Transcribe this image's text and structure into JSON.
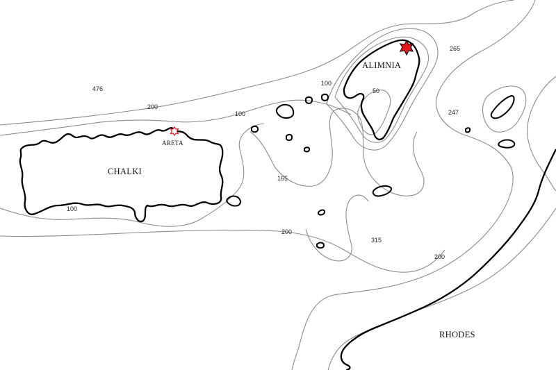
{
  "places": {
    "chalki": "CHALKI",
    "alimnia": "ALIMNIA",
    "areta": "ARETA",
    "rhodes": "RHODES"
  },
  "depths": {
    "d476": "476",
    "d265": "265",
    "d247": "247",
    "d165": "165",
    "d315": "315",
    "d50": "50",
    "c200_west": "200",
    "c100_mid": "100",
    "c100_alimnia": "100",
    "c100_chalki": "100",
    "c200_south": "200",
    "c200_east": "200"
  },
  "colors": {
    "coastline": "#000000",
    "contour": "#8a8a8a",
    "marker": "#e8141c",
    "sea": "#ffffff"
  },
  "icons": {
    "alimnia_marker": "filled-red-star-icon",
    "areta_marker": "outline-red-star-icon"
  }
}
